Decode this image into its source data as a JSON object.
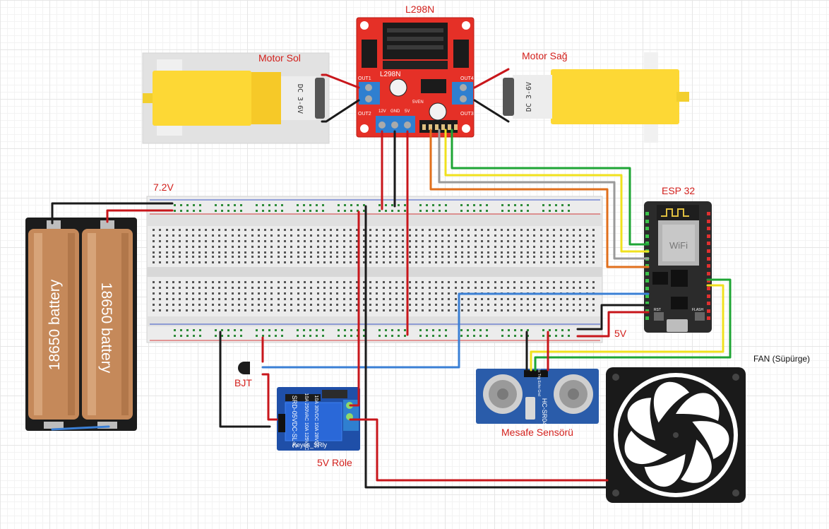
{
  "labels": {
    "l298n": "L298N",
    "motor_left": "Motor Sol",
    "motor_right": "Motor Sağ",
    "voltage": "7.2V",
    "esp32": "ESP 32",
    "fan": "FAN (Süpürge)",
    "five_v": "5V",
    "bjt": "BJT",
    "relay": "5V Röle",
    "distance_sensor": "Mesafe Sensörü"
  },
  "components": {
    "battery_left": "18650 battery",
    "battery_right": "18650 battery",
    "motor_text": "DC 3-6V",
    "l298n_silk": "L298N",
    "l298n_out1": "OUT1",
    "l298n_out2": "OUT2",
    "l298n_out3": "OUT3",
    "l298n_out4": "OUT4",
    "l298n_12v": "12V",
    "l298n_gnd": "GND",
    "l298n_5v": "5V",
    "l298n_5ven": "5VEN",
    "relay_model": "SRD-05VDC-SL-C",
    "relay_brand": "Keyes_SRly",
    "relay_rating1": "10A 250VAC  10A 125VAC",
    "relay_rating2": "10A 30VDC  10A 28VDC",
    "sensor_model": "HC-SR04",
    "sensor_pins": "Vcc Trig Echo Gnd",
    "esp_rst": "RST",
    "esp_flash": "FLASH"
  },
  "colors": {
    "wire_red": "#c8161b",
    "wire_black": "#1a1a1a",
    "wire_blue": "#3a7fd5",
    "wire_green": "#1ea534",
    "wire_yellow": "#f0e11e",
    "wire_orange": "#e06f1c",
    "wire_gray": "#9a9a9a",
    "l298n_board": "#e53027",
    "motor_yellow": "#fdd835",
    "relay_blue": "#1f4fa8",
    "sensor_blue": "#2a5caa",
    "esp_board": "#2b2b2b"
  }
}
